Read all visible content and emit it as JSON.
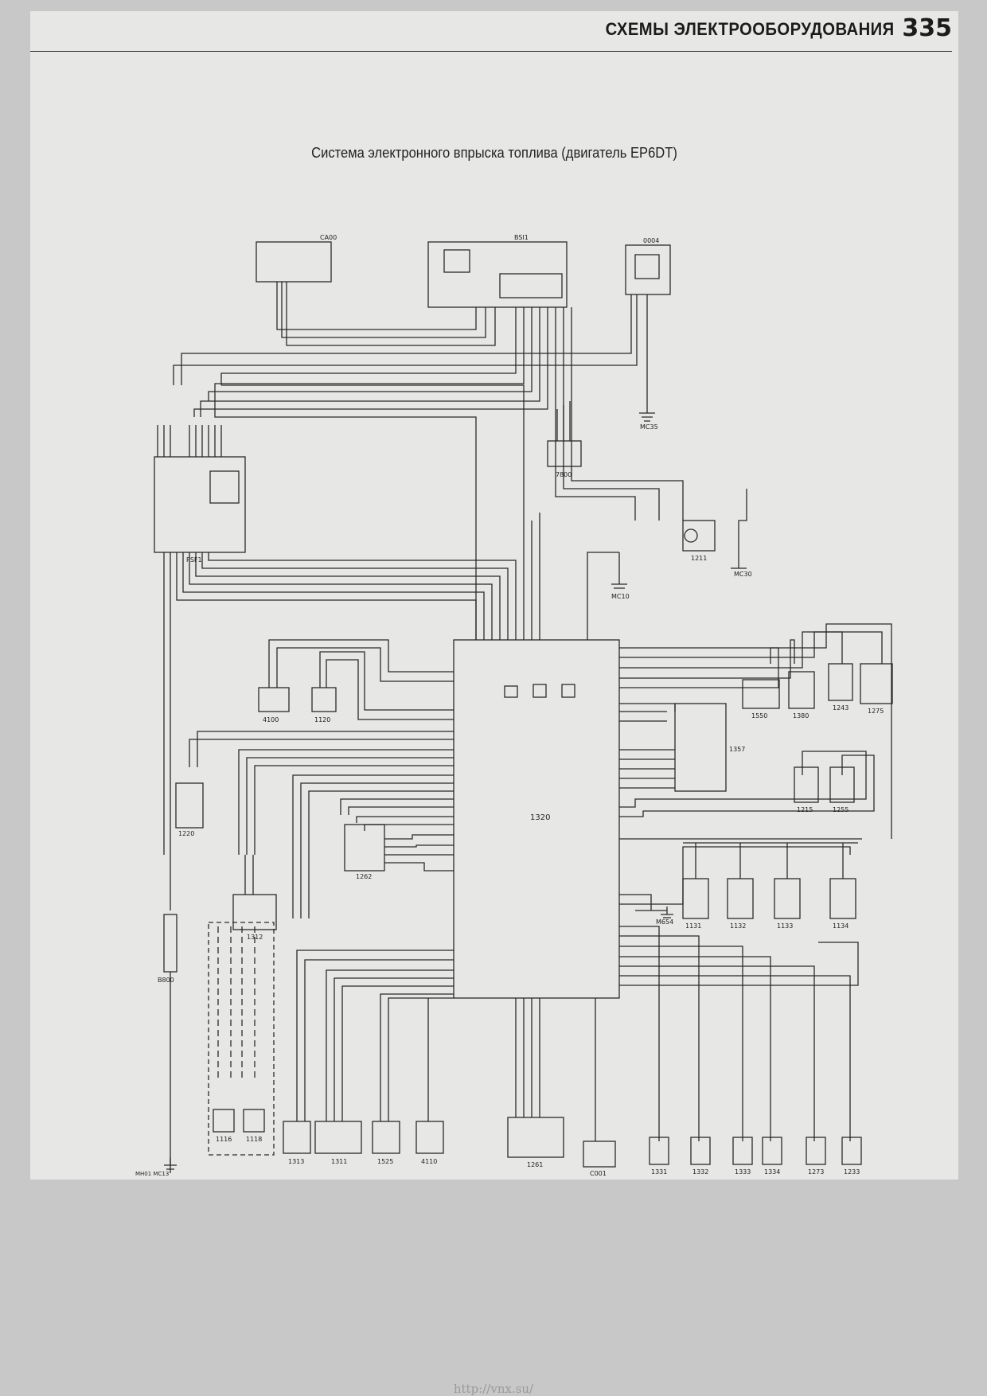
{
  "header": {
    "section_title": "СХЕМЫ ЭЛЕКТРООБОРУДОВАНИЯ",
    "page_number": "335"
  },
  "diagram": {
    "title": "Система электронного впрыска топлива (двигатель EP6DT)"
  },
  "components": {
    "c_ca00": "CA00",
    "c_bsi1": "BSI1",
    "c_0004": "0004",
    "c_7800": "7800",
    "c_psf1": "PSF1",
    "c_1211": "1211",
    "c_mc30": "MC30",
    "c_mc10": "MC10",
    "c_mc35": "MC35",
    "c_4100": "4100",
    "c_1120": "1120",
    "c_1320": "1320",
    "c_1550": "1550",
    "c_1380": "1380",
    "c_1243": "1243",
    "c_1275": "1275",
    "c_1357": "1357",
    "c_1215": "1215",
    "c_1255": "1255",
    "c_1220": "1220",
    "c_1262": "1262",
    "c_1312": "1312",
    "c_b800": "B800",
    "c_1131": "1131",
    "c_1132": "1132",
    "c_1133": "1133",
    "c_1134": "1134",
    "c_m654": "M654",
    "c_1116": "1116",
    "c_1118": "1118",
    "c_1313": "1313",
    "c_1311": "1311",
    "c_1525": "1525",
    "c_4110": "4110",
    "c_1261": "1261",
    "c_c001": "C001",
    "c_1331": "1331",
    "c_1332": "1332",
    "c_1333": "1333",
    "c_1334": "1334",
    "c_1273": "1273",
    "c_1233": "1233",
    "c_mc13": "MH01 MC13"
  },
  "wire_colors": {
    "black": "#2a2a2a",
    "dark": "#3a3a3a"
  },
  "footer": {
    "watermark": "http://vnx.su/"
  }
}
